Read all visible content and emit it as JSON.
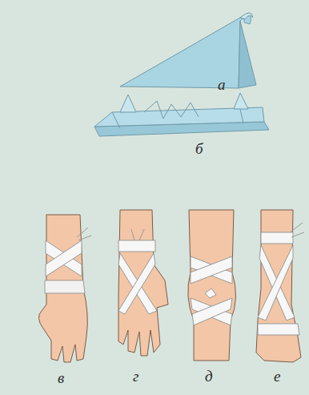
{
  "diagram": {
    "labels": [
      "а",
      "б",
      "в",
      "г",
      "д",
      "е"
    ]
  }
}
